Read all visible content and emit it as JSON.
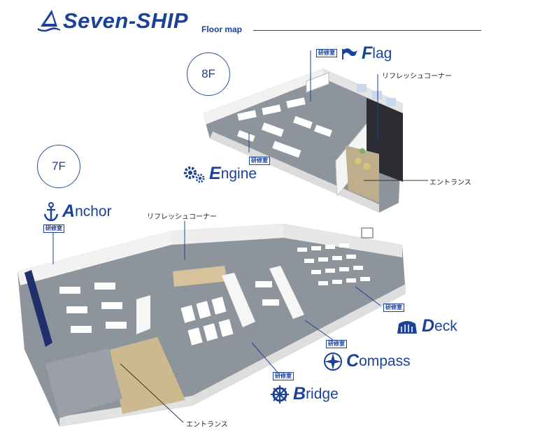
{
  "header": {
    "brand": "Seven-SHIP",
    "subtitle": "Floor map"
  },
  "floors": {
    "upper": "8F",
    "lower": "7F"
  },
  "tag_label": "研修室",
  "rooms": {
    "flag": {
      "first": "F",
      "rest": "lag"
    },
    "engine": {
      "first": "E",
      "rest": "ngine"
    },
    "anchor": {
      "first": "A",
      "rest": "nchor"
    },
    "deck": {
      "first": "D",
      "rest": "eck"
    },
    "compass": {
      "first": "C",
      "rest": "ompass"
    },
    "bridge": {
      "first": "B",
      "rest": "ridge"
    }
  },
  "notes": {
    "refresh_8f": "リフレッシュコーナー",
    "entrance_8f": "エントランス",
    "refresh_7f": "リフレッシュコーナー",
    "entrance_7f": "エントランス"
  },
  "colors": {
    "brand": "#1c4199",
    "floor_gray": "#8e949b",
    "wall": "#ececec",
    "dark_wall": "#2b2d33"
  },
  "icons": [
    "ship-sail-icon",
    "flag-icon",
    "gears-icon",
    "anchor-icon",
    "boat-icon",
    "compass-icon",
    "helm-wheel-icon"
  ]
}
